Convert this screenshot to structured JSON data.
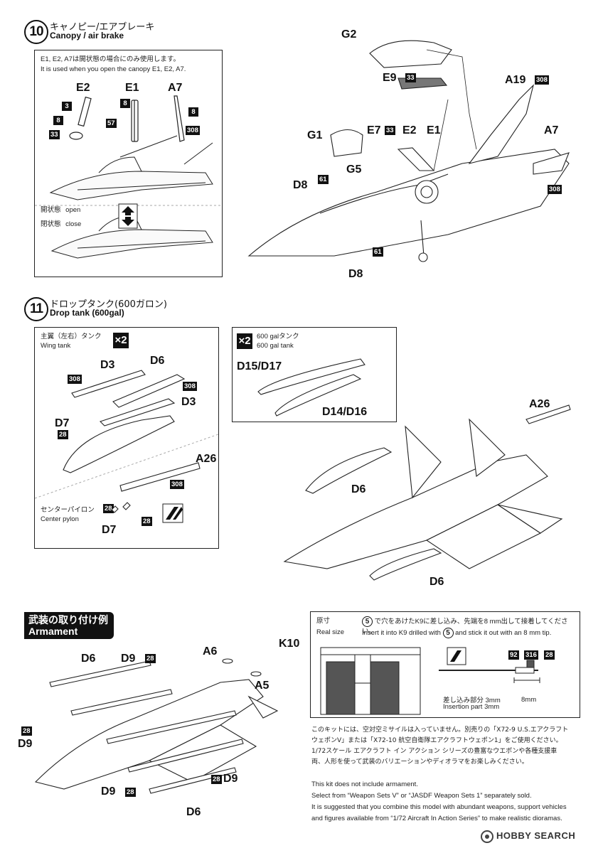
{
  "step10": {
    "number": "10",
    "title_jp": "キャノピー/エアブレーキ",
    "title_en": "Canopy / air brake",
    "note_jp": "E1, E2, A7は開状態の場合にのみ使用します。",
    "note_en": "It is used when you open the canopy E1, E2, A7.",
    "detail_parts": [
      {
        "label": "E2",
        "badges": [
          "3",
          "8",
          "33"
        ]
      },
      {
        "label": "E1",
        "badges": [
          "8",
          "57"
        ]
      },
      {
        "label": "A7",
        "badges": [
          "8",
          "308"
        ]
      }
    ],
    "open_jp": "開状態",
    "open_en": "open",
    "close_jp": "閉状態",
    "close_en": "close",
    "parts": {
      "g2": "G2",
      "e9": "E9",
      "e9_badge": "33",
      "a19": "A19",
      "a19_badge": "308",
      "a7": "A7",
      "a7_badge": "308",
      "g1": "G1",
      "e7": "E7",
      "e7_badge": "33",
      "e2": "E2",
      "e1": "E1",
      "g5": "G5",
      "d8a": "D8",
      "d8a_badge": "61",
      "d8b": "D8",
      "d8b_badge": "61"
    }
  },
  "step11": {
    "number": "11",
    "title_jp": "ドロップタンク(600ガロン)",
    "title_en": "Drop tank (600gal)",
    "wing_tank_jp": "主翼（左右）タンク",
    "wing_tank_en": "Wing tank",
    "multiplier": "×2",
    "gal_jp": "600 galタンク",
    "gal_en": "600 gal tank",
    "center_pylon_jp": "センターパイロン",
    "center_pylon_en": "Center pylon",
    "parts": {
      "d3a": "D3",
      "d6": "D6",
      "b308a": "308",
      "b308b": "308",
      "d3b": "D3",
      "d7a": "D7",
      "b28a": "28",
      "a26": "A26",
      "b308c": "308",
      "b28b": "28",
      "b28c": "28",
      "d7b": "D7",
      "d15": "D15/D17",
      "d14": "D14/D16",
      "a26r": "A26",
      "d6r1": "D6",
      "d6r2": "D6"
    }
  },
  "armament": {
    "tag_jp": "武装の取り付け例",
    "tag_en": "Armament",
    "parts": {
      "d6a": "D6",
      "d9a": "D9",
      "b28a": "28",
      "a6": "A6",
      "k10": "K10",
      "a5": "A5",
      "b28b": "28",
      "d9b": "D9",
      "b28c": "28",
      "d9c": "D9",
      "d9d": "D9",
      "b28d": "28",
      "d6b": "D6"
    }
  },
  "realsize": {
    "label_jp": "原寸",
    "label_en": "Real size",
    "circle_num": "5",
    "instr_jp_a": "で穴をあけたK9に差し込み、先端を8 mm出して接着してください。",
    "instr_en_a": "Insert it into K9 drilled with",
    "instr_en_b": "and stick it out with an 8 mm tip.",
    "badges": [
      "92",
      "316",
      "28"
    ],
    "insert_jp": "差し込み部分 3mm",
    "insert_en": "Insertion part 3mm",
    "len": "8mm"
  },
  "bottom_jp": [
    "このキットには、空対空ミサイルは入っていません。別売りの「X72-9 U.S.エアクラフト",
    "ウェポンV」または「X72-10 航空自衛隊エアクラフトウェポン1」をご使用ください。",
    "1/72スケール エアクラフト イン アクション シリーズの豊富なウエポンや各種支援車",
    "両、人形を使って武装のバリエーションやディオラマをお楽しみください。"
  ],
  "bottom_en": [
    "This kit does not include armament.",
    "Select from “Weapon Sets V” or “JASDF Weapon Sets 1” separately sold.",
    "It is suggested that you combine this model with abundant weapons, support vehicles",
    "and figures available from “1/72 Aircraft In Action Series” to make realistic dioramas."
  ],
  "watermark": "HOBBY SEARCH"
}
